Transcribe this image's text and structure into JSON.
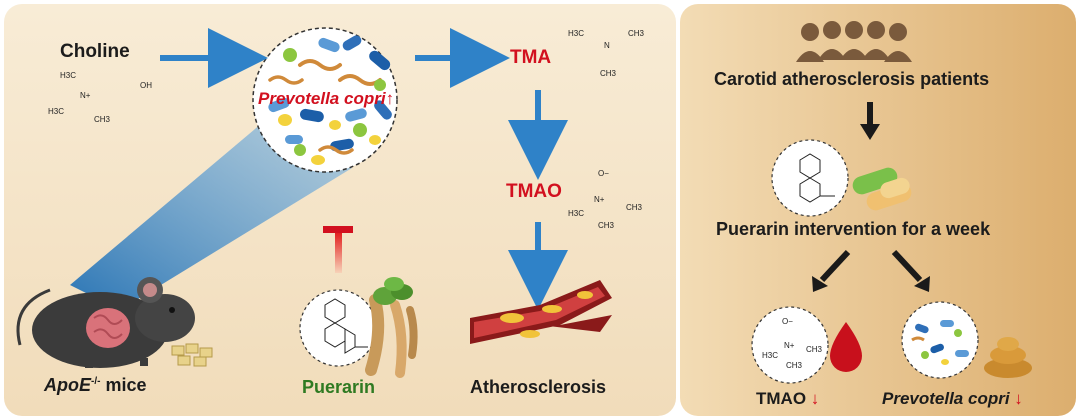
{
  "left_panel": {
    "choline_label": "Choline",
    "choline_formula": {
      "h3c_top": "H3C",
      "n_plus": "N+",
      "oh": "OH",
      "h3c_bottom": "H3C",
      "ch3": "CH3"
    },
    "bacteria_label": "Prevotella copri",
    "bacteria_change": "↑",
    "tma_label": "TMA",
    "tmao_label": "TMAO",
    "tma_formula": {
      "h3c": "H3C",
      "n": "N",
      "ch3_right": "CH3",
      "ch3_bottom": "CH3"
    },
    "tmao_formula": {
      "o_minus": "O−",
      "n_plus": "N+",
      "h3c": "H3C",
      "ch3_right": "CH3",
      "ch3_bottom": "CH3"
    },
    "mouse_label": "ApoE",
    "mouse_label_sup": "-/-",
    "mouse_label_tail": " mice",
    "puerarin_label": "Puerarin",
    "atherosclerosis_label": "Atherosclerosis"
  },
  "right_panel": {
    "patients_label": "Carotid atherosclerosis patients",
    "intervention_label": "Puerarin intervention for a week",
    "tmao_label": "TMAO",
    "tmao_change": "↓",
    "bacteria_label": "Prevotella copri",
    "bacteria_change": "↓",
    "tmao_formula": {
      "o_minus": "O−",
      "n_plus": "N+",
      "h3c": "H3C",
      "ch3_right": "CH3",
      "ch3_bottom": "CH3"
    }
  },
  "colors": {
    "left_bg": "#f6e7cd",
    "right_bg": "#e9c796",
    "arrow_blue": "#2f82c8",
    "text_red": "#d2101f",
    "text_green": "#2f7a22",
    "arrow_black": "#1a1a1a"
  }
}
